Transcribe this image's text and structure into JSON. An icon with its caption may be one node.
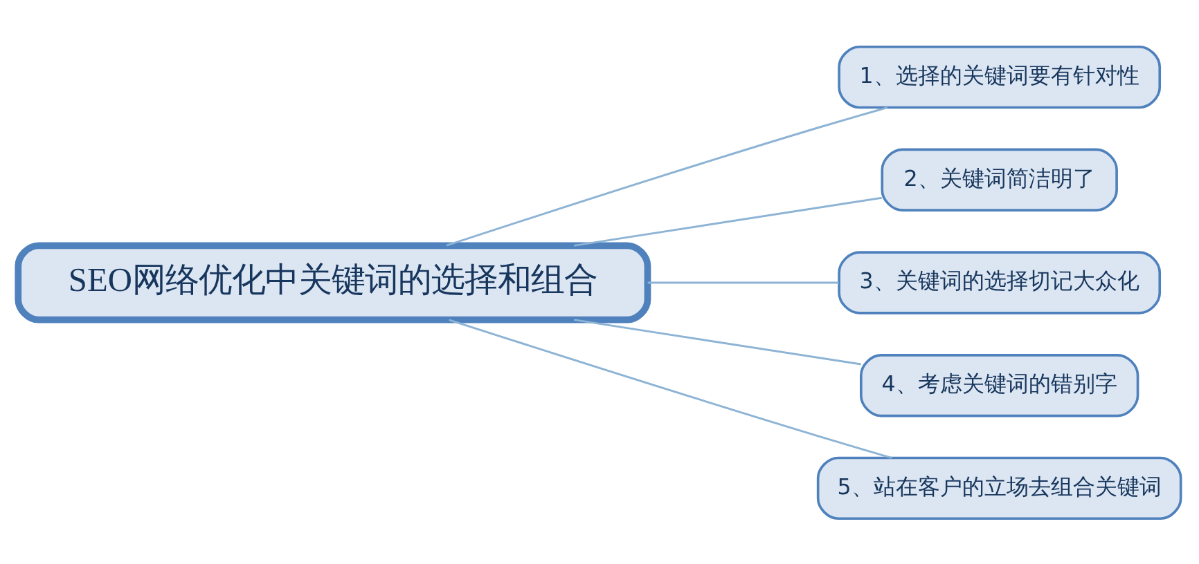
{
  "diagram": {
    "nodes": [
      {
        "text": [
          "SEO网络优化中关键词的选择和组合"
        ]
      },
      {
        "text": [
          "1、选择的关键词要有针对性"
        ]
      },
      {
        "text": [
          "2、关键词简洁明了"
        ]
      },
      {
        "text": [
          "3、关键词的选择切记大众化"
        ]
      },
      {
        "text": [
          "4、考虑关键词的错别字"
        ]
      },
      {
        "text": [
          "5、站在客户的立场去组合关键词"
        ]
      }
    ],
    "edges": [
      {
        "from": 0,
        "to": 1,
        "arrow": "none"
      },
      {
        "from": 0,
        "to": 2,
        "arrow": "none"
      },
      {
        "from": 0,
        "to": 3,
        "arrow": "none"
      },
      {
        "from": 0,
        "to": 4,
        "arrow": "none"
      },
      {
        "from": 0,
        "to": 5,
        "arrow": "none"
      }
    ]
  }
}
